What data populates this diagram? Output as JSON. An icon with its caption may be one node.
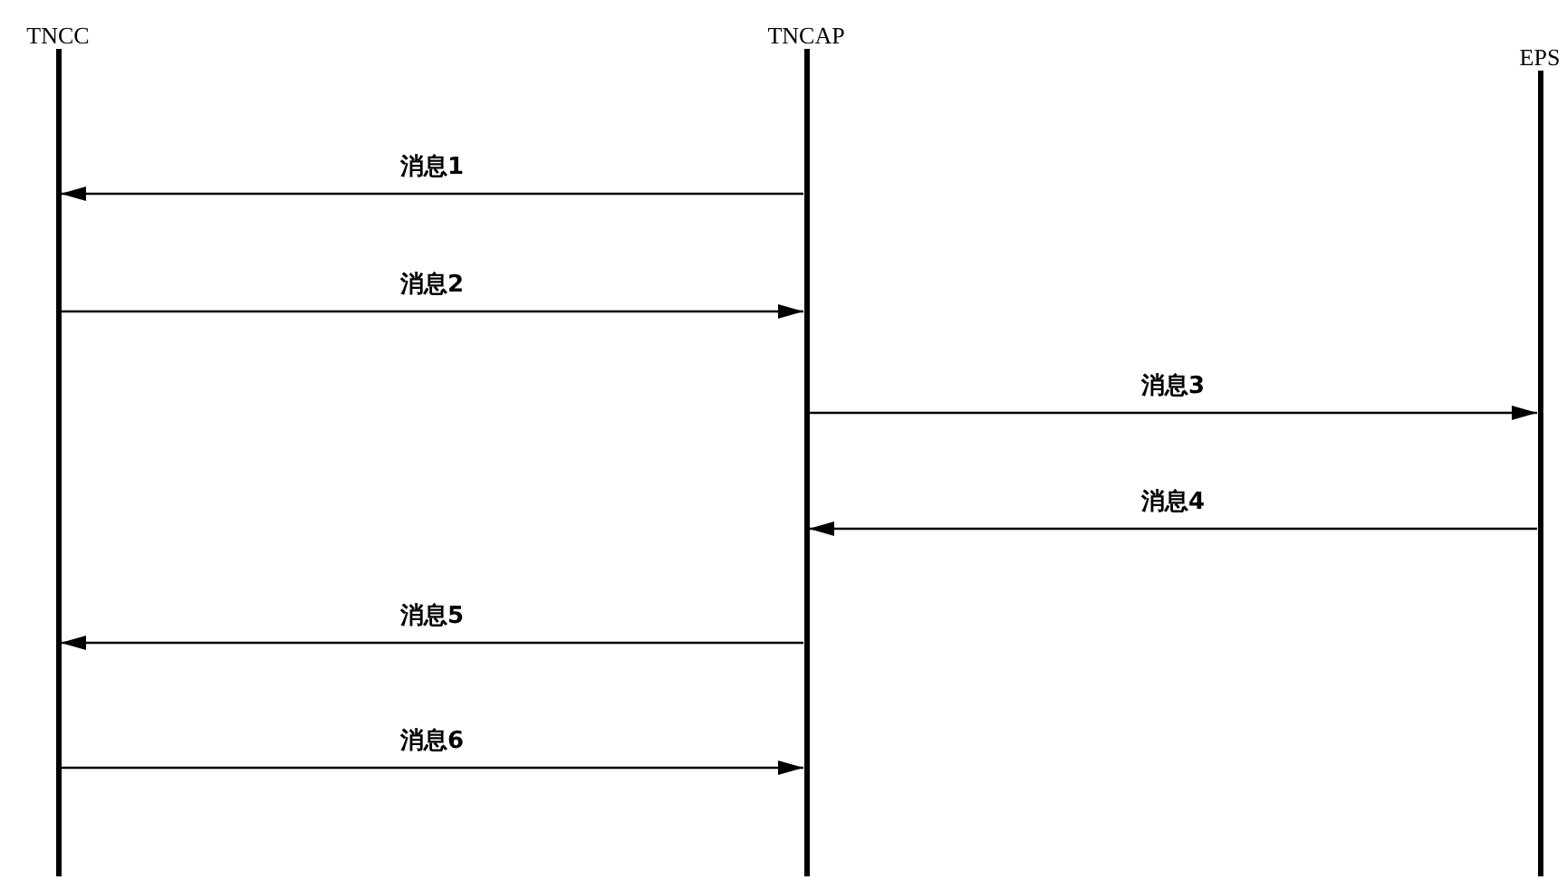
{
  "diagram": {
    "nodes": [
      {
        "text": [
          "TNCC"
        ]
      },
      {
        "text": [
          "TNCAP"
        ]
      },
      {
        "text": [
          "EPS"
        ]
      }
    ],
    "edges": [
      {
        "from": 1,
        "to": 0,
        "arrow": "to",
        "label": "消息1"
      },
      {
        "from": 0,
        "to": 1,
        "arrow": "to",
        "label": "消息2"
      },
      {
        "from": 1,
        "to": 2,
        "arrow": "to",
        "label": "消息3"
      },
      {
        "from": 2,
        "to": 1,
        "arrow": "to",
        "label": "消息4"
      },
      {
        "from": 1,
        "to": 0,
        "arrow": "to",
        "label": "消息5"
      },
      {
        "from": 0,
        "to": 1,
        "arrow": "to",
        "label": "消息6"
      }
    ]
  }
}
